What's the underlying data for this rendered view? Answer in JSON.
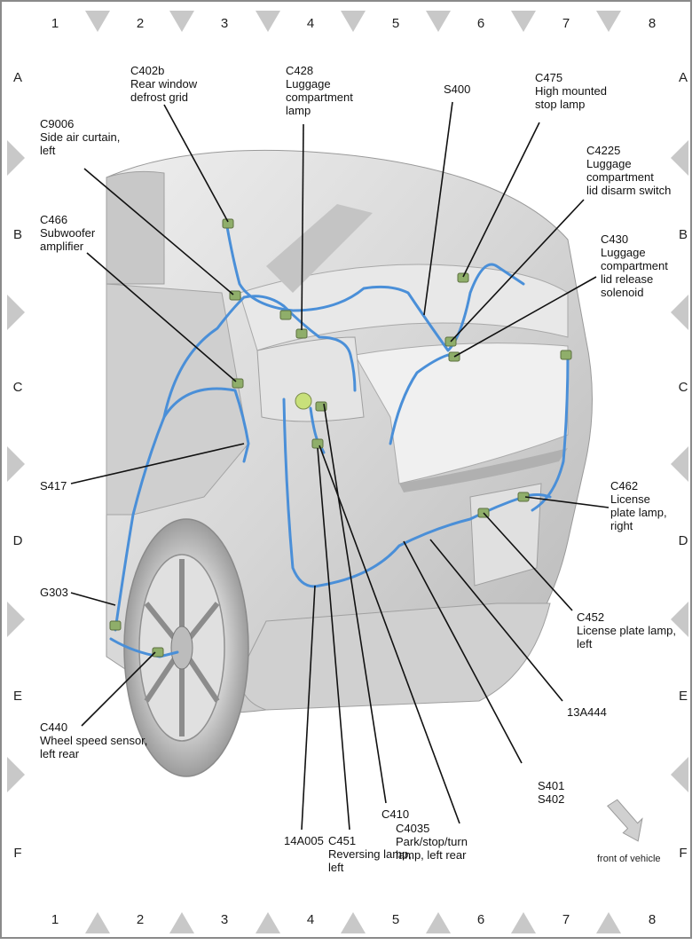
{
  "grid": {
    "columns": [
      "1",
      "2",
      "3",
      "4",
      "5",
      "6",
      "7",
      "8"
    ],
    "rows": [
      "A",
      "B",
      "C",
      "D",
      "E",
      "F"
    ]
  },
  "labels": {
    "c402b": "C402b\nRear window\ndefrost grid",
    "c428": "C428\nLuggage\ncompartment\nlamp",
    "s400": "S400",
    "c475": "C475\nHigh mounted\nstop lamp",
    "c9006": "C9006\nSide air curtain,\nleft",
    "c4225": "C4225\nLuggage\ncompartment\nlid disarm switch",
    "c466": "C466\nSubwoofer\namplifier",
    "c430": "C430\nLuggage\ncompartment\nlid release\nsolenoid",
    "s417": "S417",
    "c462": "C462\nLicense\nplate lamp,\nright",
    "g303": "G303",
    "c452": "C452\nLicense plate lamp,\nleft",
    "a13a444": "13A444",
    "c440": "C440\nWheel speed sensor,\nleft rear",
    "s401": "S401\nS402",
    "c410": "C410",
    "c4035": "C4035\nPark/stop/turn\nlamp, left rear",
    "a14a005": "14A005",
    "c451": "C451\nReversing lamp,\nleft",
    "front": "front of vehicle"
  },
  "colors": {
    "harness": "#4a8fd8",
    "connector": "#8fae6a",
    "body": "#d9d9d9",
    "marker": "#c8c8c8"
  }
}
